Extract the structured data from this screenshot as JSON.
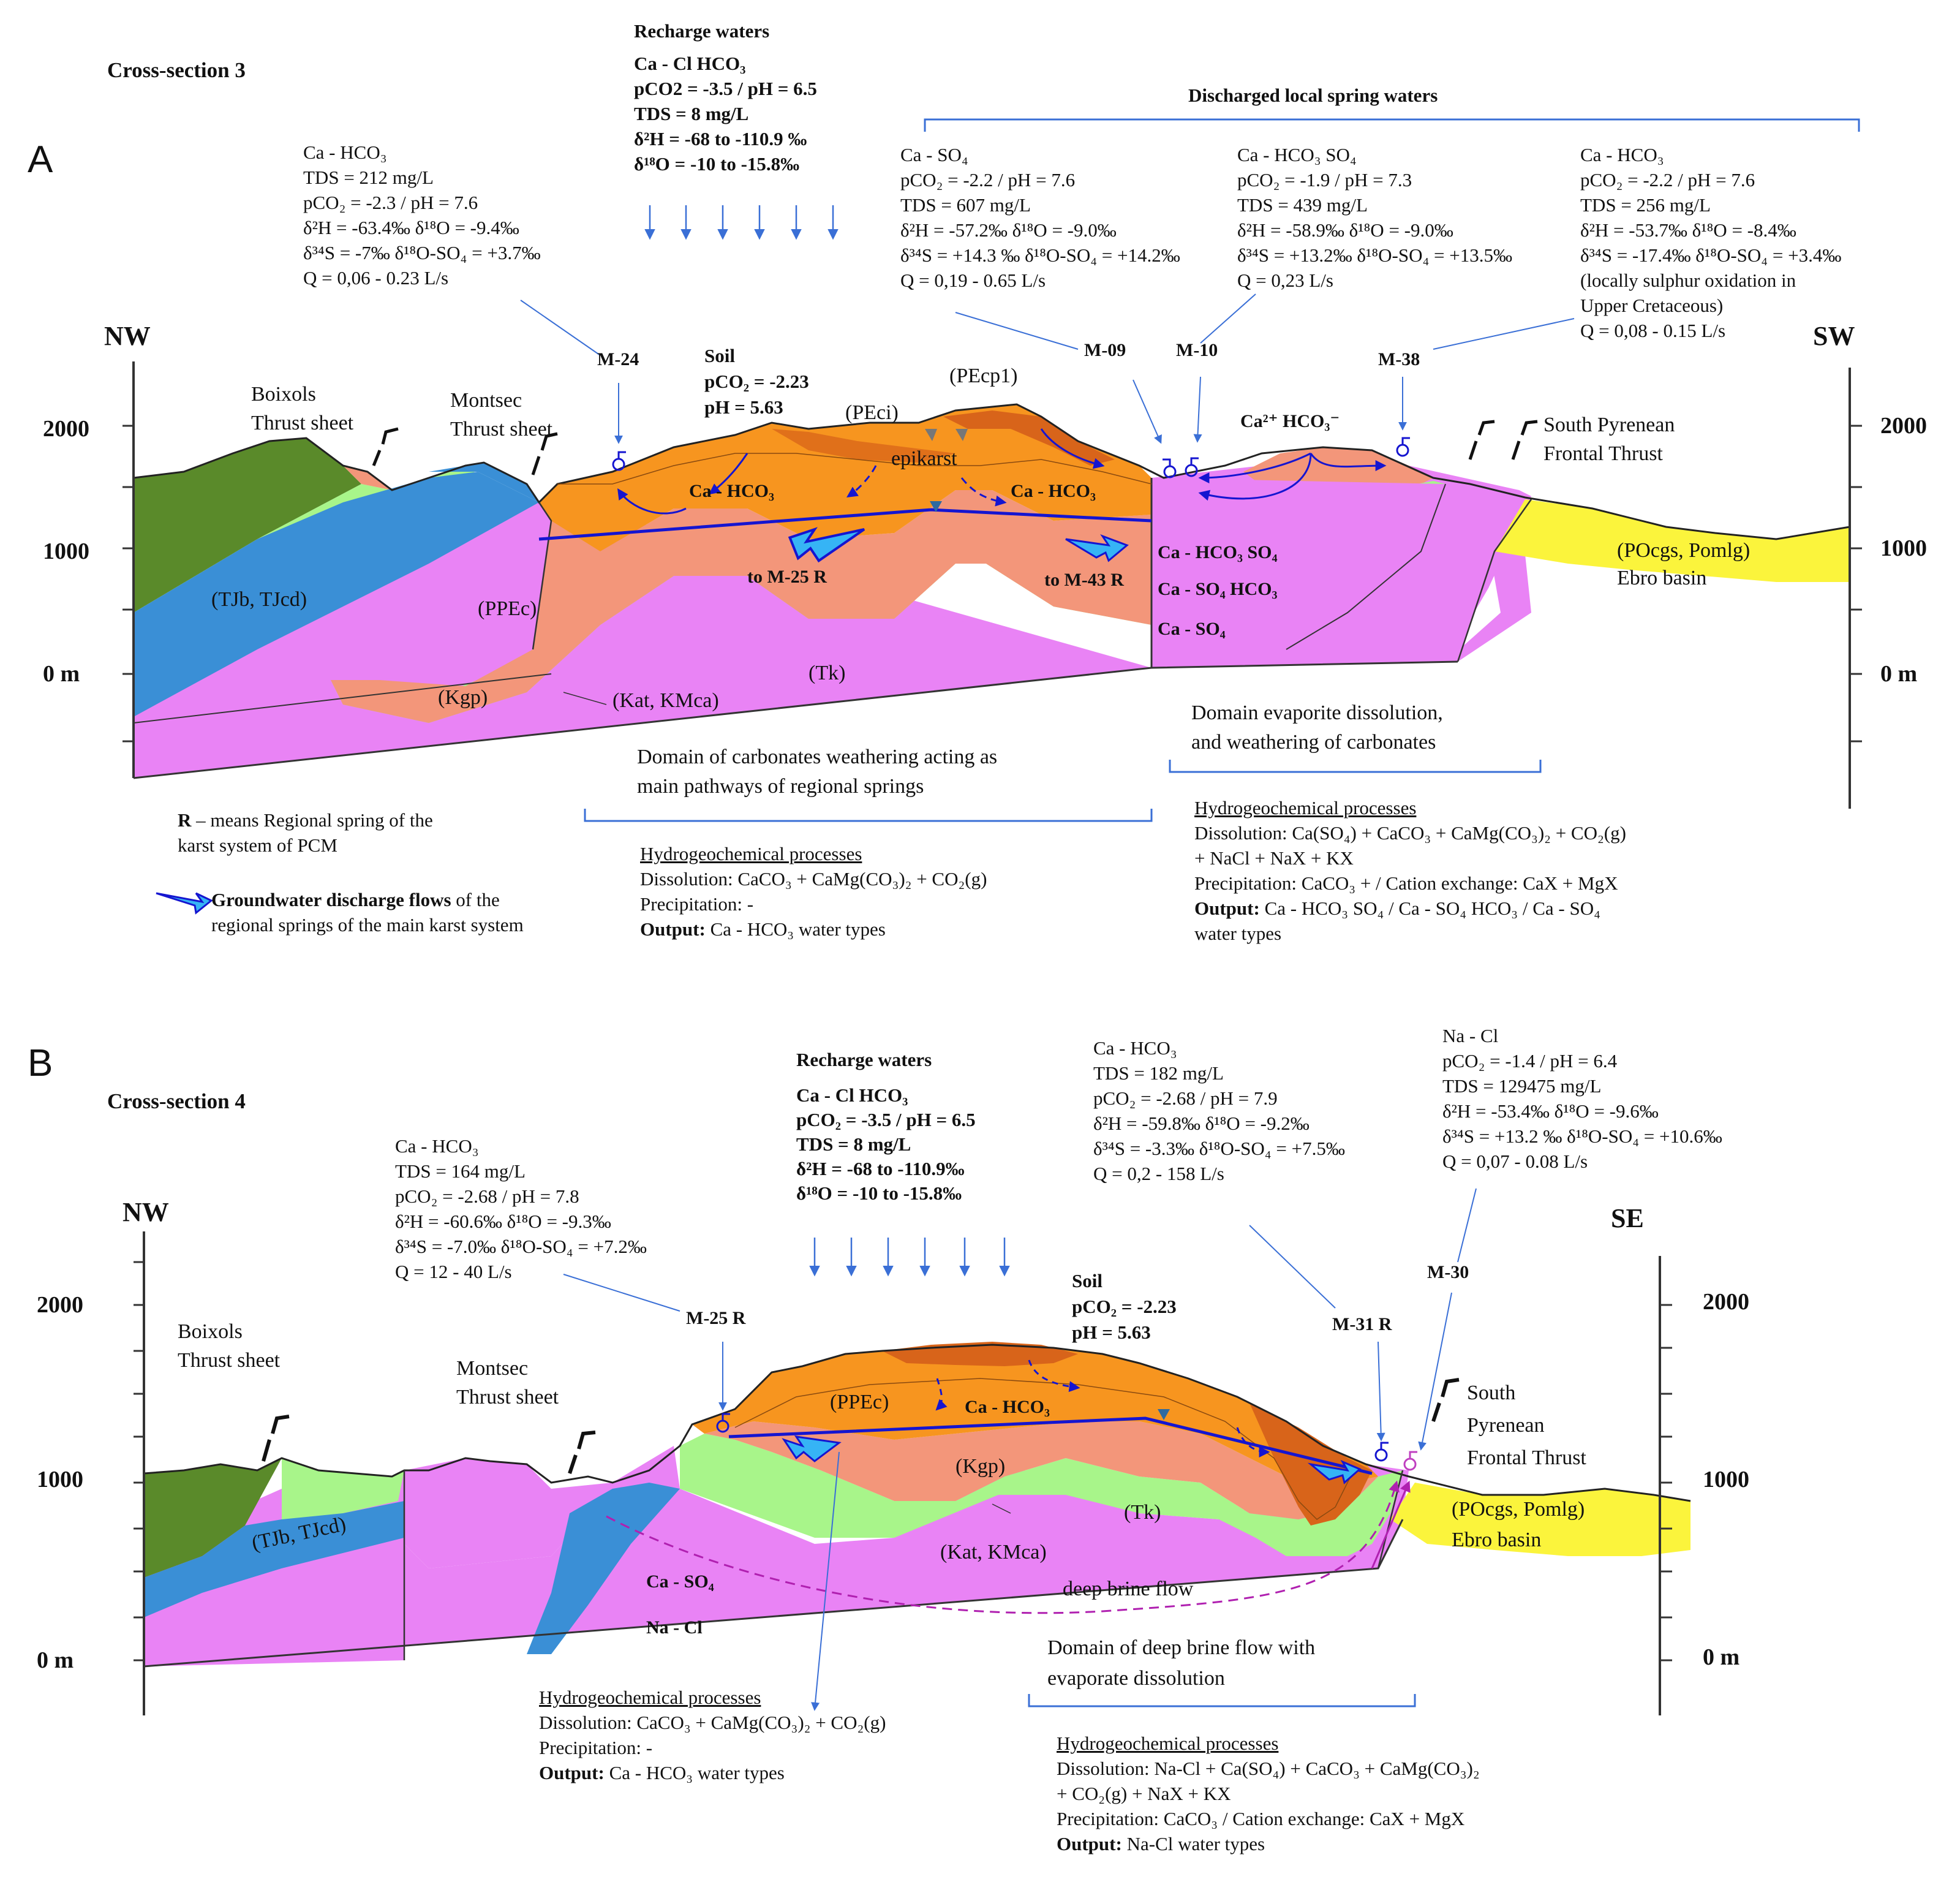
{
  "panel_a": {
    "letter": "A",
    "title": "Cross-section 3",
    "nw": "NW",
    "sw": "SW",
    "elev": [
      "2000",
      "1000",
      "0 m"
    ],
    "recharge": {
      "title": "Recharge waters",
      "lines": [
        "Ca - Cl HCO₃",
        "pCO2 = -3.5 / pH = 6.5",
        "TDS = 8 mg/L",
        "δ²H = -68 to -110.9 ‰",
        "δ¹⁸O = -10 to -15.8‰"
      ]
    },
    "discharged_header": "Discharged local spring waters",
    "m24_info": [
      "Ca - HCO₃",
      "TDS = 212 mg/L",
      "pCO₂ = -2.3 / pH = 7.6",
      "δ²H = -63.4‰ δ¹⁸O = -9.4‰",
      "δ³⁴S = -7‰ δ¹⁸O-SO₄ = +3.7‰",
      "Q = 0,06 - 0.23 L/s"
    ],
    "m09_info": [
      "Ca - SO₄",
      "pCO₂ = -2.2 / pH = 7.6",
      "TDS = 607 mg/L",
      "δ²H = -57.2‰ δ¹⁸O = -9.0‰",
      "δ³⁴S = +14.3 ‰ δ¹⁸O-SO₄ = +14.2‰",
      "Q = 0,19 - 0.65 L/s"
    ],
    "m10_info": [
      "Ca - HCO₃ SO₄",
      "pCO₂ = -1.9 / pH = 7.3",
      "TDS = 439 mg/L",
      "δ²H = -58.9‰ δ¹⁸O = -9.0‰",
      "δ³⁴S = +13.2‰ δ¹⁸O-SO₄ = +13.5‰",
      "Q = 0,23 L/s"
    ],
    "m38_info": [
      "Ca - HCO₃",
      "pCO₂ = -2.2 / pH = 7.6",
      "TDS = 256 mg/L",
      "δ²H = -53.7‰ δ¹⁸O = -8.4‰",
      "δ³⁴S = -17.4‰ δ¹⁸O-SO₄ = +3.4‰",
      "(locally sulphur oxidation in",
      "Upper Cretaceous)",
      "Q = 0,08 - 0.15 L/s"
    ],
    "springs": [
      "M-24",
      "M-09",
      "M-10",
      "M-38"
    ],
    "soil": [
      "Soil",
      "pCO₂ = -2.23",
      "pH = 5.63"
    ],
    "units": [
      "(PEci)",
      "(PEcp1)",
      "epikarst",
      "(PPEc)",
      "(TJb, TJcd)",
      "(Kgp)",
      "(Kat, KMca)",
      "(Tk)",
      "(POcgs, Pomlg)",
      "Ebro basin"
    ],
    "water_types": [
      "Ca - HCO₃",
      "Ca - HCO₃",
      "Ca - HCO₃ SO₄",
      "Ca - SO₄ HCO₃",
      "Ca - SO₄",
      "Ca²⁺ HCO₃⁻"
    ],
    "flows": [
      "to M-25 R",
      "to M-43 R"
    ],
    "thrusts": [
      "Boixols",
      "Thrust sheet",
      "Montsec",
      "Thrust sheet",
      "South Pyrenean",
      "Frontal Thrust"
    ],
    "domain_left": [
      "Domain of carbonates weathering acting as",
      "main pathways of regional springs"
    ],
    "domain_right": [
      "Domain evaporite dissolution,",
      "and weathering of carbonates"
    ],
    "proc_left": {
      "title": "Hydrogeochemical processes",
      "lines": [
        "Dissolution: CaCO₃ + CaMg(CO₃)₂ + CO₂(g)",
        "Precipitation: -"
      ],
      "output_label": "Output:",
      "output": "Ca - HCO₃ water types"
    },
    "proc_right": {
      "title": "Hydrogeochemical processes",
      "lines": [
        "Dissolution: Ca(SO₄) + CaCO₃ + CaMg(CO₃)₂ + CO₂(g)",
        "+ NaCl + NaX + KX",
        "Precipitation: CaCO₃ + / Cation exchange: CaX + MgX"
      ],
      "output_label": "Output:",
      "output": "Ca - HCO₃ SO₄ / Ca - SO₄ HCO₃ / Ca - SO₄",
      "output2": "water types"
    },
    "legend_r_bold": "R",
    "legend_r": [
      " – means Regional spring of the",
      "karst system of PCM"
    ],
    "legend_flow_bold": "Groundwater discharge flows",
    "legend_flow": [
      " of the",
      "regional springs of the main karst system"
    ]
  },
  "panel_b": {
    "letter": "B",
    "title": "Cross-section 4",
    "nw": "NW",
    "se": "SE",
    "elev": [
      "2000",
      "1000",
      "0 m"
    ],
    "recharge": {
      "title": "Recharge waters",
      "lines": [
        "Ca - Cl HCO₃",
        "pCO₂ = -3.5 / pH = 6.5",
        "TDS = 8 mg/L",
        "δ²H = -68 to -110.9‰",
        "δ¹⁸O = -10 to -15.8‰"
      ]
    },
    "m25_info": [
      "Ca - HCO₃",
      "TDS = 164 mg/L",
      "pCO₂ = -2.68 / pH = 7.8",
      "δ²H = -60.6‰ δ¹⁸O = -9.3‰",
      "δ³⁴S = -7.0‰ δ¹⁸O-SO₄ = +7.2‰",
      "Q = 12 - 40 L/s"
    ],
    "m31_info": [
      "Ca - HCO₃",
      "TDS = 182 mg/L",
      "pCO₂ = -2.68 / pH = 7.9",
      "δ²H = -59.8‰ δ¹⁸O = -9.2‰",
      "δ³⁴S = -3.3‰ δ¹⁸O-SO₄ = +7.5‰",
      "Q = 0,2 - 158 L/s"
    ],
    "m30_info": [
      "Na - Cl",
      "pCO₂ = -1.4 / pH = 6.4",
      "TDS = 129475 mg/L",
      "δ²H = -53.4‰ δ¹⁸O = -9.6‰",
      "δ³⁴S = +13.2 ‰ δ¹⁸O-SO₄ = +10.6‰",
      "Q = 0,07 - 0.08 L/s"
    ],
    "springs": [
      "M-25 R",
      "M-31 R",
      "M-30"
    ],
    "soil": [
      "Soil",
      "pCO₂ = -2.23",
      "pH = 5.63"
    ],
    "units": [
      "(PPEc)",
      "(Kgp)",
      "(Tk)",
      "(Kat, KMca)",
      "(TJb, TJcd)",
      "(POcgs, Pomlg)",
      "Ebro basin"
    ],
    "water_types": [
      "Ca - HCO₃",
      "Ca - SO₄",
      "Na - Cl"
    ],
    "brine": "deep brine flow",
    "thrusts": [
      "Boixols",
      "Thrust sheet",
      "Montsec",
      "Thrust sheet",
      "South",
      "Pyrenean",
      "Frontal Thrust"
    ],
    "domain": [
      "Domain of deep brine flow with",
      "evaporate dissolution"
    ],
    "proc_left": {
      "title": "Hydrogeochemical processes",
      "lines": [
        "Dissolution: CaCO₃ + CaMg(CO₃)₂ + CO₂(g)",
        "Precipitation: -"
      ],
      "output_label": "Output:",
      "output": "Ca - HCO₃ water types"
    },
    "proc_right": {
      "title": "Hydrogeochemical processes",
      "lines": [
        "Dissolution: Na-Cl + Ca(SO₄) + CaCO₃ + CaMg(CO₃)₂",
        "+ CO₂(g) + NaX + KX",
        "Precipitation: CaCO₃ / Cation exchange: CaX + MgX"
      ],
      "output_label": "Output:",
      "output": "Na-Cl water types"
    }
  },
  "colors": {
    "green_dark": "#5a8a2a",
    "green_light": "#a8f58a",
    "blue": "#3a8fd6",
    "pink": "#e983f5",
    "salmon": "#f3967a",
    "orange": "#f7951f",
    "orange_dark": "#d8641a",
    "yellow": "#fbf43c",
    "flow_blue": "#1515d0",
    "arrow_cyan": "#36b4f5"
  }
}
